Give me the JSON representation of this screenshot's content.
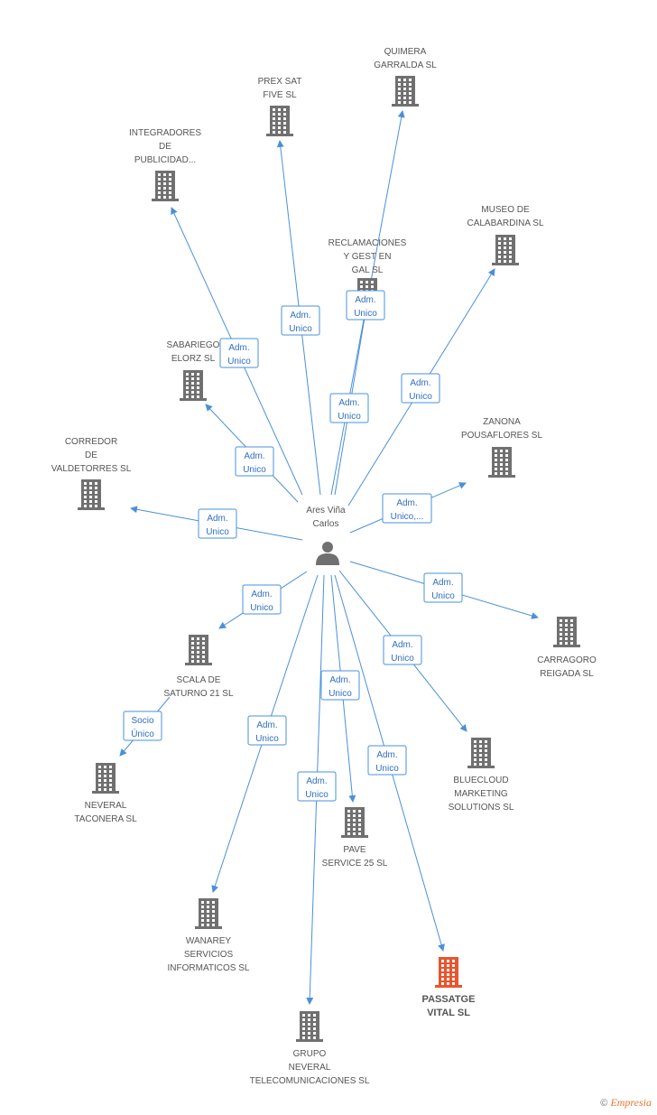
{
  "center": {
    "label": "Ares Viña Carlos",
    "lines": [
      "Ares Viña",
      "Carlos"
    ],
    "icon": "person-icon"
  },
  "colors": {
    "edge": "#4a90d9",
    "building": "#707070",
    "building_highlight": "#e8552e",
    "label": "#555555",
    "edge_text": "#2f6fbf"
  },
  "nodes": [
    {
      "id": "quimera",
      "lines": [
        "QUIMERA",
        "GARRALDA SL"
      ],
      "icon": "building-icon"
    },
    {
      "id": "prex",
      "lines": [
        "PREX SAT",
        "FIVE SL"
      ],
      "icon": "building-icon"
    },
    {
      "id": "integradores",
      "lines": [
        "INTEGRADORES",
        "DE",
        "PUBLICIDAD..."
      ],
      "icon": "building-icon"
    },
    {
      "id": "reclamaciones",
      "lines": [
        "RECLAMACIONES",
        "Y GEST EN",
        "GAL  SL"
      ],
      "icon": "building-icon"
    },
    {
      "id": "museo",
      "lines": [
        "MUSEO DE",
        "CALABARDINA SL"
      ],
      "icon": "building-icon"
    },
    {
      "id": "sabariego",
      "lines": [
        "SABARIEGO",
        "ELORZ SL"
      ],
      "icon": "building-icon"
    },
    {
      "id": "zanona",
      "lines": [
        "ZANONA",
        "POUSAFLORES SL"
      ],
      "icon": "building-icon"
    },
    {
      "id": "corredor",
      "lines": [
        "CORREDOR",
        "DE",
        "VALDETORRES SL"
      ],
      "icon": "building-icon"
    },
    {
      "id": "carragoro",
      "lines": [
        "CARRAGORO",
        "REIGADA SL"
      ],
      "icon": "building-icon"
    },
    {
      "id": "scala",
      "lines": [
        "SCALA DE",
        "SATURNO 21 SL"
      ],
      "icon": "building-icon"
    },
    {
      "id": "neveral_taconera",
      "lines": [
        "NEVERAL",
        "TACONERA SL"
      ],
      "icon": "building-icon"
    },
    {
      "id": "bluecloud",
      "lines": [
        "BLUECLOUD",
        "MARKETING",
        "SOLUTIONS SL"
      ],
      "icon": "building-icon"
    },
    {
      "id": "pave",
      "lines": [
        "PAVE",
        "SERVICE 25 SL"
      ],
      "icon": "building-icon"
    },
    {
      "id": "wanarey",
      "lines": [
        "WANAREY",
        "SERVICIOS",
        "INFORMATICOS SL"
      ],
      "icon": "building-icon"
    },
    {
      "id": "passatge",
      "lines": [
        "PASSATGE",
        "VITAL SL"
      ],
      "icon": "building-icon",
      "highlight": true
    },
    {
      "id": "grupo_neveral",
      "lines": [
        "GRUPO",
        "NEVERAL",
        "TELECOMUNICACIONES SL"
      ],
      "icon": "building-icon"
    }
  ],
  "edges": [
    {
      "to": "quimera",
      "lines": [
        "Adm.",
        "Unico"
      ]
    },
    {
      "to": "prex",
      "lines": [
        "Adm.",
        "Unico"
      ]
    },
    {
      "to": "integradores",
      "lines": [
        "Adm.",
        "Unico"
      ]
    },
    {
      "to": "reclamaciones",
      "lines": [
        "Adm.",
        "Unico"
      ]
    },
    {
      "to": "museo",
      "lines": [
        "Adm.",
        "Unico"
      ]
    },
    {
      "to": "sabariego",
      "lines": [
        "Adm.",
        "Unico"
      ]
    },
    {
      "to": "zanona",
      "lines": [
        "Adm.",
        "Unico,..."
      ]
    },
    {
      "to": "corredor",
      "lines": [
        "Adm.",
        "Unico"
      ]
    },
    {
      "to": "carragoro",
      "lines": [
        "Adm.",
        "Unico"
      ]
    },
    {
      "to": "scala",
      "lines": [
        "Adm.",
        "Unico"
      ]
    },
    {
      "to": "bluecloud",
      "lines": [
        "Adm.",
        "Unico"
      ]
    },
    {
      "to": "pave",
      "lines": [
        "Adm.",
        "Unico"
      ]
    },
    {
      "to": "wanarey",
      "lines": [
        "Adm.",
        "Unico"
      ]
    },
    {
      "to": "passatge",
      "lines": [
        "Adm.",
        "Unico"
      ]
    },
    {
      "to": "grupo_neveral",
      "lines": [
        "Adm.",
        "Unico"
      ]
    },
    {
      "from": "scala",
      "to": "neveral_taconera",
      "lines": [
        "Socio",
        "Único"
      ]
    }
  ],
  "footer": {
    "copyright": "©",
    "brand": "Empresia"
  }
}
